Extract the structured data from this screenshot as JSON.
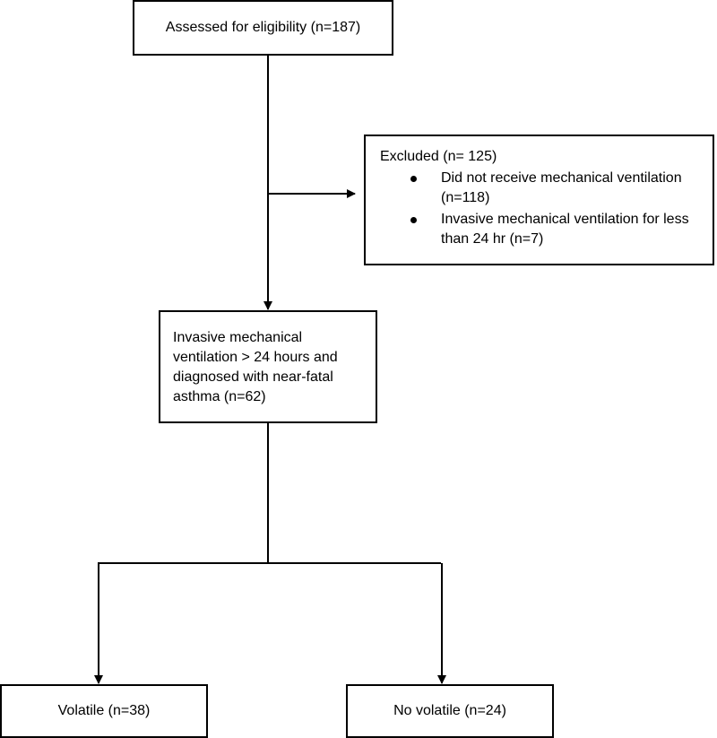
{
  "assessed": {
    "label": "Assessed for eligibility (n=187)"
  },
  "excluded": {
    "title": "Excluded (n= 125)",
    "reasons": [
      "Did not receive mechanical ventilation (n=118)",
      "Invasive mechanical ventilation for less than 24 hr (n=7)"
    ]
  },
  "included": {
    "label": "Invasive mechanical ventilation > 24 hours and diagnosed with near-fatal asthma (n=62)"
  },
  "groups": [
    {
      "label": "Volatile (n=38)"
    },
    {
      "label": "No volatile (n=24)"
    }
  ]
}
